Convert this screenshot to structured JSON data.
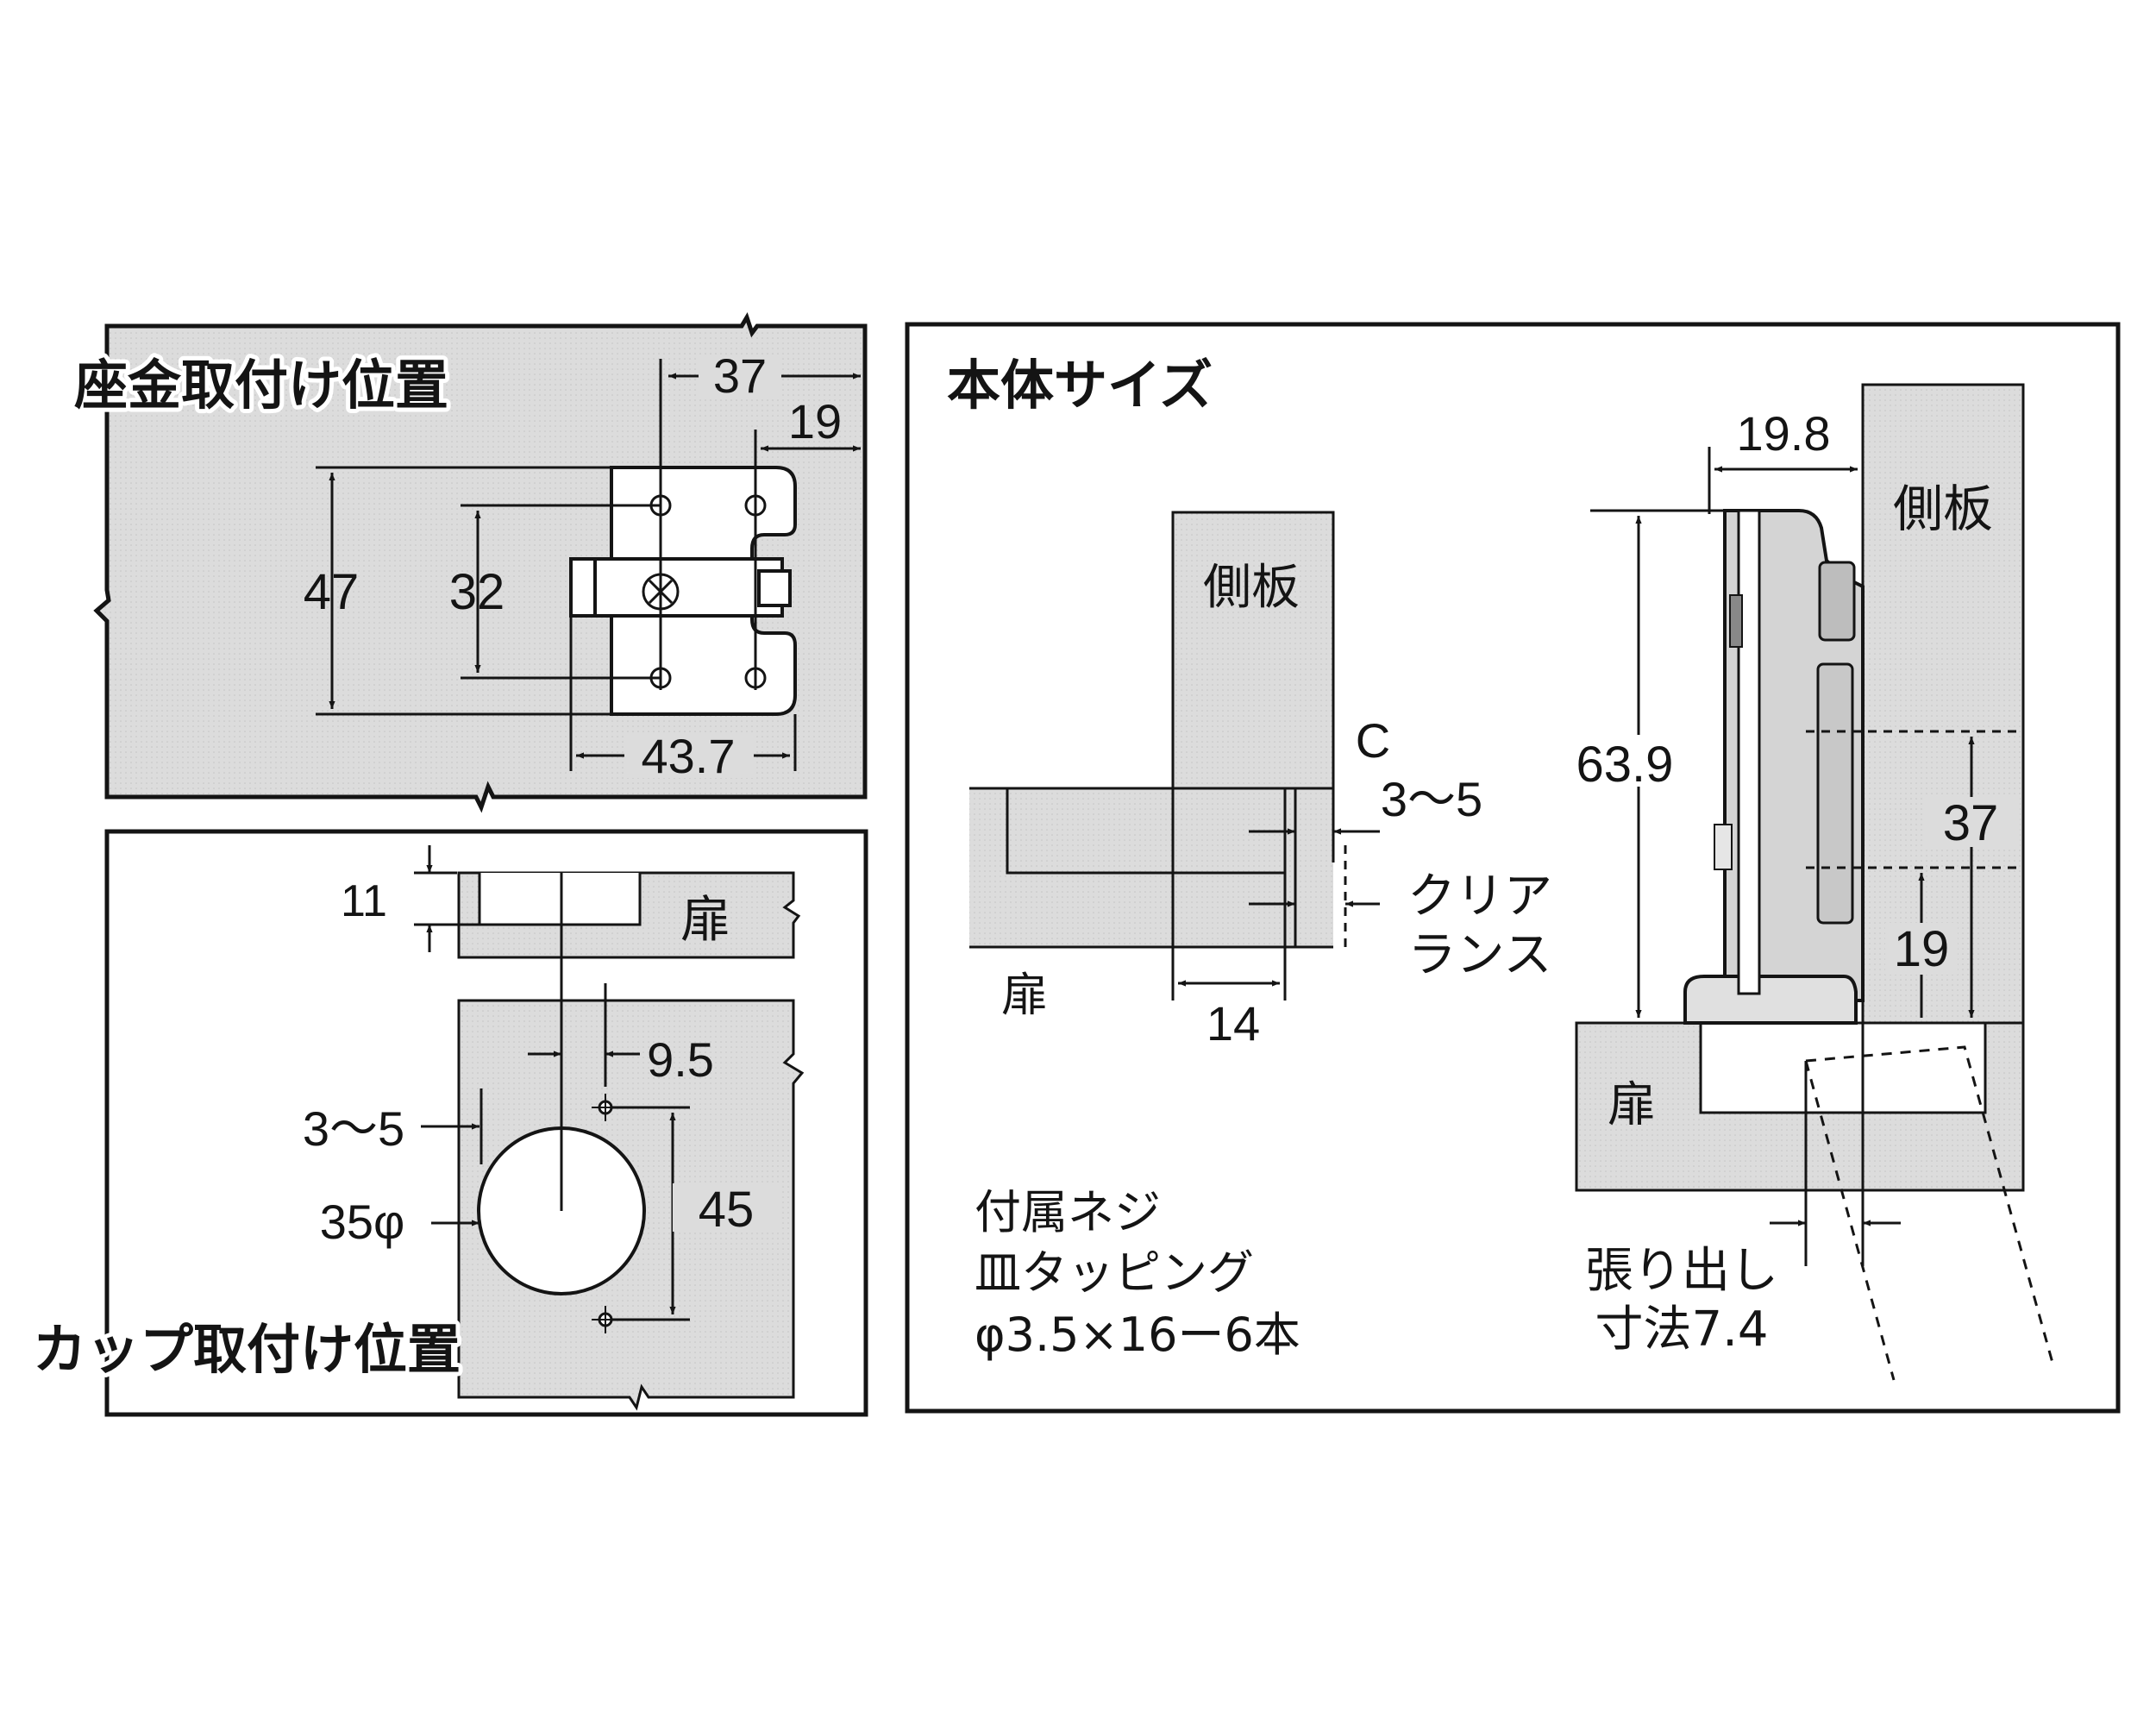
{
  "panels": {
    "plate": {
      "title": "座金取付け位置",
      "dim_37": "37",
      "dim_19": "19",
      "dim_47": "47",
      "dim_32": "32",
      "dim_43_7": "43.7"
    },
    "cup": {
      "title": "カップ取付け位置",
      "dim_11": "11",
      "door": "扉",
      "dim_9_5": "9.5",
      "dim_3_5": "3〜5",
      "dim_35phi": "35φ",
      "dim_45": "45"
    },
    "body": {
      "title": "本体サイズ",
      "side_panel_1": "側板",
      "c_label": "C",
      "c_value": "3〜5",
      "clearance_1": "クリア",
      "clearance_2": "ランス",
      "door_1": "扉",
      "dim_14": "14",
      "screws_1": "付属ネジ",
      "screws_2": "皿タッピング",
      "screws_3": "φ3.5×16ー6本",
      "dim_19_8": "19.8",
      "side_panel_2": "側板",
      "dim_63_9": "63.9",
      "dim_37": "37",
      "dim_19": "19",
      "door_2": "扉",
      "overhang_1": "張り出し",
      "overhang_2": "寸法7.4"
    }
  },
  "colors": {
    "panel_fill": "#dcdcdc",
    "line": "#141414",
    "white": "#ffffff"
  }
}
